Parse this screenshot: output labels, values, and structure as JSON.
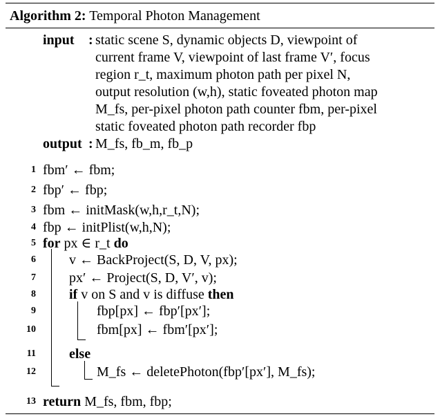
{
  "caption": {
    "label": "Algorithm 2:",
    "title": "Temporal Photon Management"
  },
  "io": {
    "input_label": "input",
    "output_label": "output",
    "colon": ":",
    "input_lines": [
      "static scene S, dynamic objects D, viewpoint of",
      "current frame V, viewpoint of last frame V′, focus",
      "region r_t, maximum photon path per pixel N,",
      "output resolution (w,h), static foveated photon map",
      "M_fs, per-pixel photon path counter fbm, per-pixel",
      "static foveated photon path recorder fbp"
    ],
    "output_text": "M_fs, fb_m, fb_p"
  },
  "lines": [
    {
      "num": "1",
      "text": "fbm′ ← fbm;"
    },
    {
      "num": "2",
      "text": "fbp′ ← fbp;"
    },
    {
      "num": "3",
      "text": "fbm ← initMask(w,h,r_t,N);"
    },
    {
      "num": "4",
      "text": "fbp ← initPlist(w,h,N);"
    },
    {
      "num": "5",
      "text": "for px ∈ r_t do"
    },
    {
      "num": "6",
      "text": "v ← BackProject(S, D, V, px);"
    },
    {
      "num": "7",
      "text": "px′ ← Project(S, D, V′, v);"
    },
    {
      "num": "8",
      "text": "if v on S and v is diffuse then"
    },
    {
      "num": "9",
      "text": "fbp[px] ← fbp′[px′];"
    },
    {
      "num": "10",
      "text": "fbm[px] ← fbm′[px′];"
    },
    {
      "num": "11",
      "text": "else"
    },
    {
      "num": "12",
      "text": "M_fs ← deletePhoton(fbp′[px′], M_fs);"
    },
    {
      "num": "13",
      "text": "return M_fs, fbm, fbp;"
    }
  ]
}
